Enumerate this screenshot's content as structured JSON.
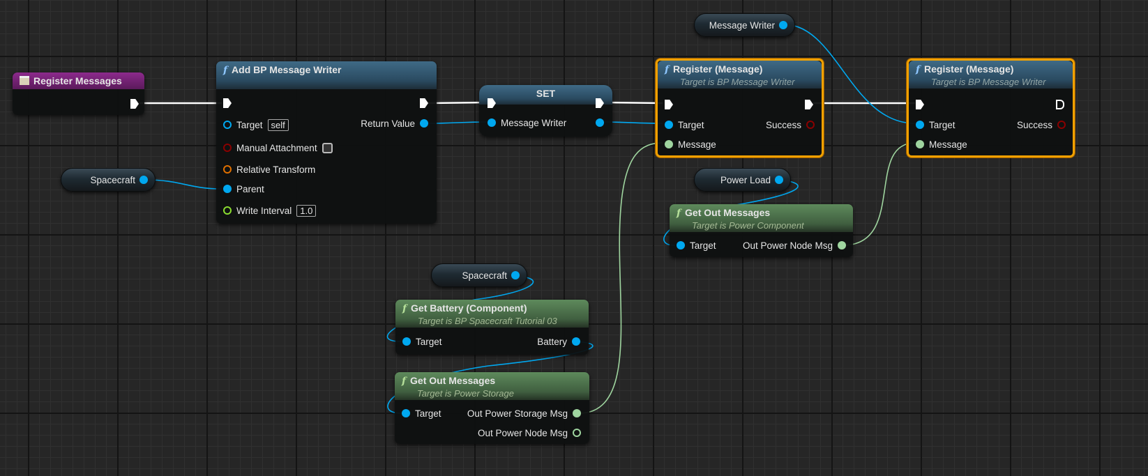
{
  "nodes": {
    "register_messages": {
      "title": "Register Messages"
    },
    "add_writer": {
      "title": "Add BP Message Writer",
      "pins": {
        "target": "Target",
        "target_default": "self",
        "manual": "Manual Attachment",
        "relative": "Relative Transform",
        "parent": "Parent",
        "interval": "Write Interval",
        "interval_value": "1.0",
        "return": "Return Value"
      },
      "manual_attachment_checked": false
    },
    "set": {
      "title": "SET",
      "pin": "Message Writer"
    },
    "register1": {
      "title": "Register (Message)",
      "subtitle": "Target is BP Message Writer",
      "target": "Target",
      "message": "Message",
      "success": "Success"
    },
    "register2": {
      "title": "Register (Message)",
      "subtitle": "Target is BP Message Writer",
      "target": "Target",
      "message": "Message",
      "success": "Success"
    },
    "get_out_power": {
      "title": "Get Out Messages",
      "subtitle": "Target is Power Component",
      "target": "Target",
      "out": "Out Power Node Msg"
    },
    "get_battery": {
      "title": "Get Battery (Component)",
      "subtitle": "Target is BP Spacecraft Tutorial 03",
      "target": "Target",
      "out": "Battery"
    },
    "get_out_storage": {
      "title": "Get Out Messages",
      "subtitle": "Target is Power Storage",
      "target": "Target",
      "out1": "Out Power Storage Msg",
      "out2": "Out Power Node Msg"
    }
  },
  "variables": {
    "message_writer": "Message Writer",
    "spacecraft1": "Spacecraft",
    "power_load": "Power Load",
    "spacecraft2": "Spacecraft"
  },
  "colors": {
    "object": "#00a8f0",
    "struct_msg": "#9fd59f",
    "bool": "#8a0000",
    "transform": "#e07000",
    "float": "#8adc30",
    "selected": "#f0a000"
  }
}
